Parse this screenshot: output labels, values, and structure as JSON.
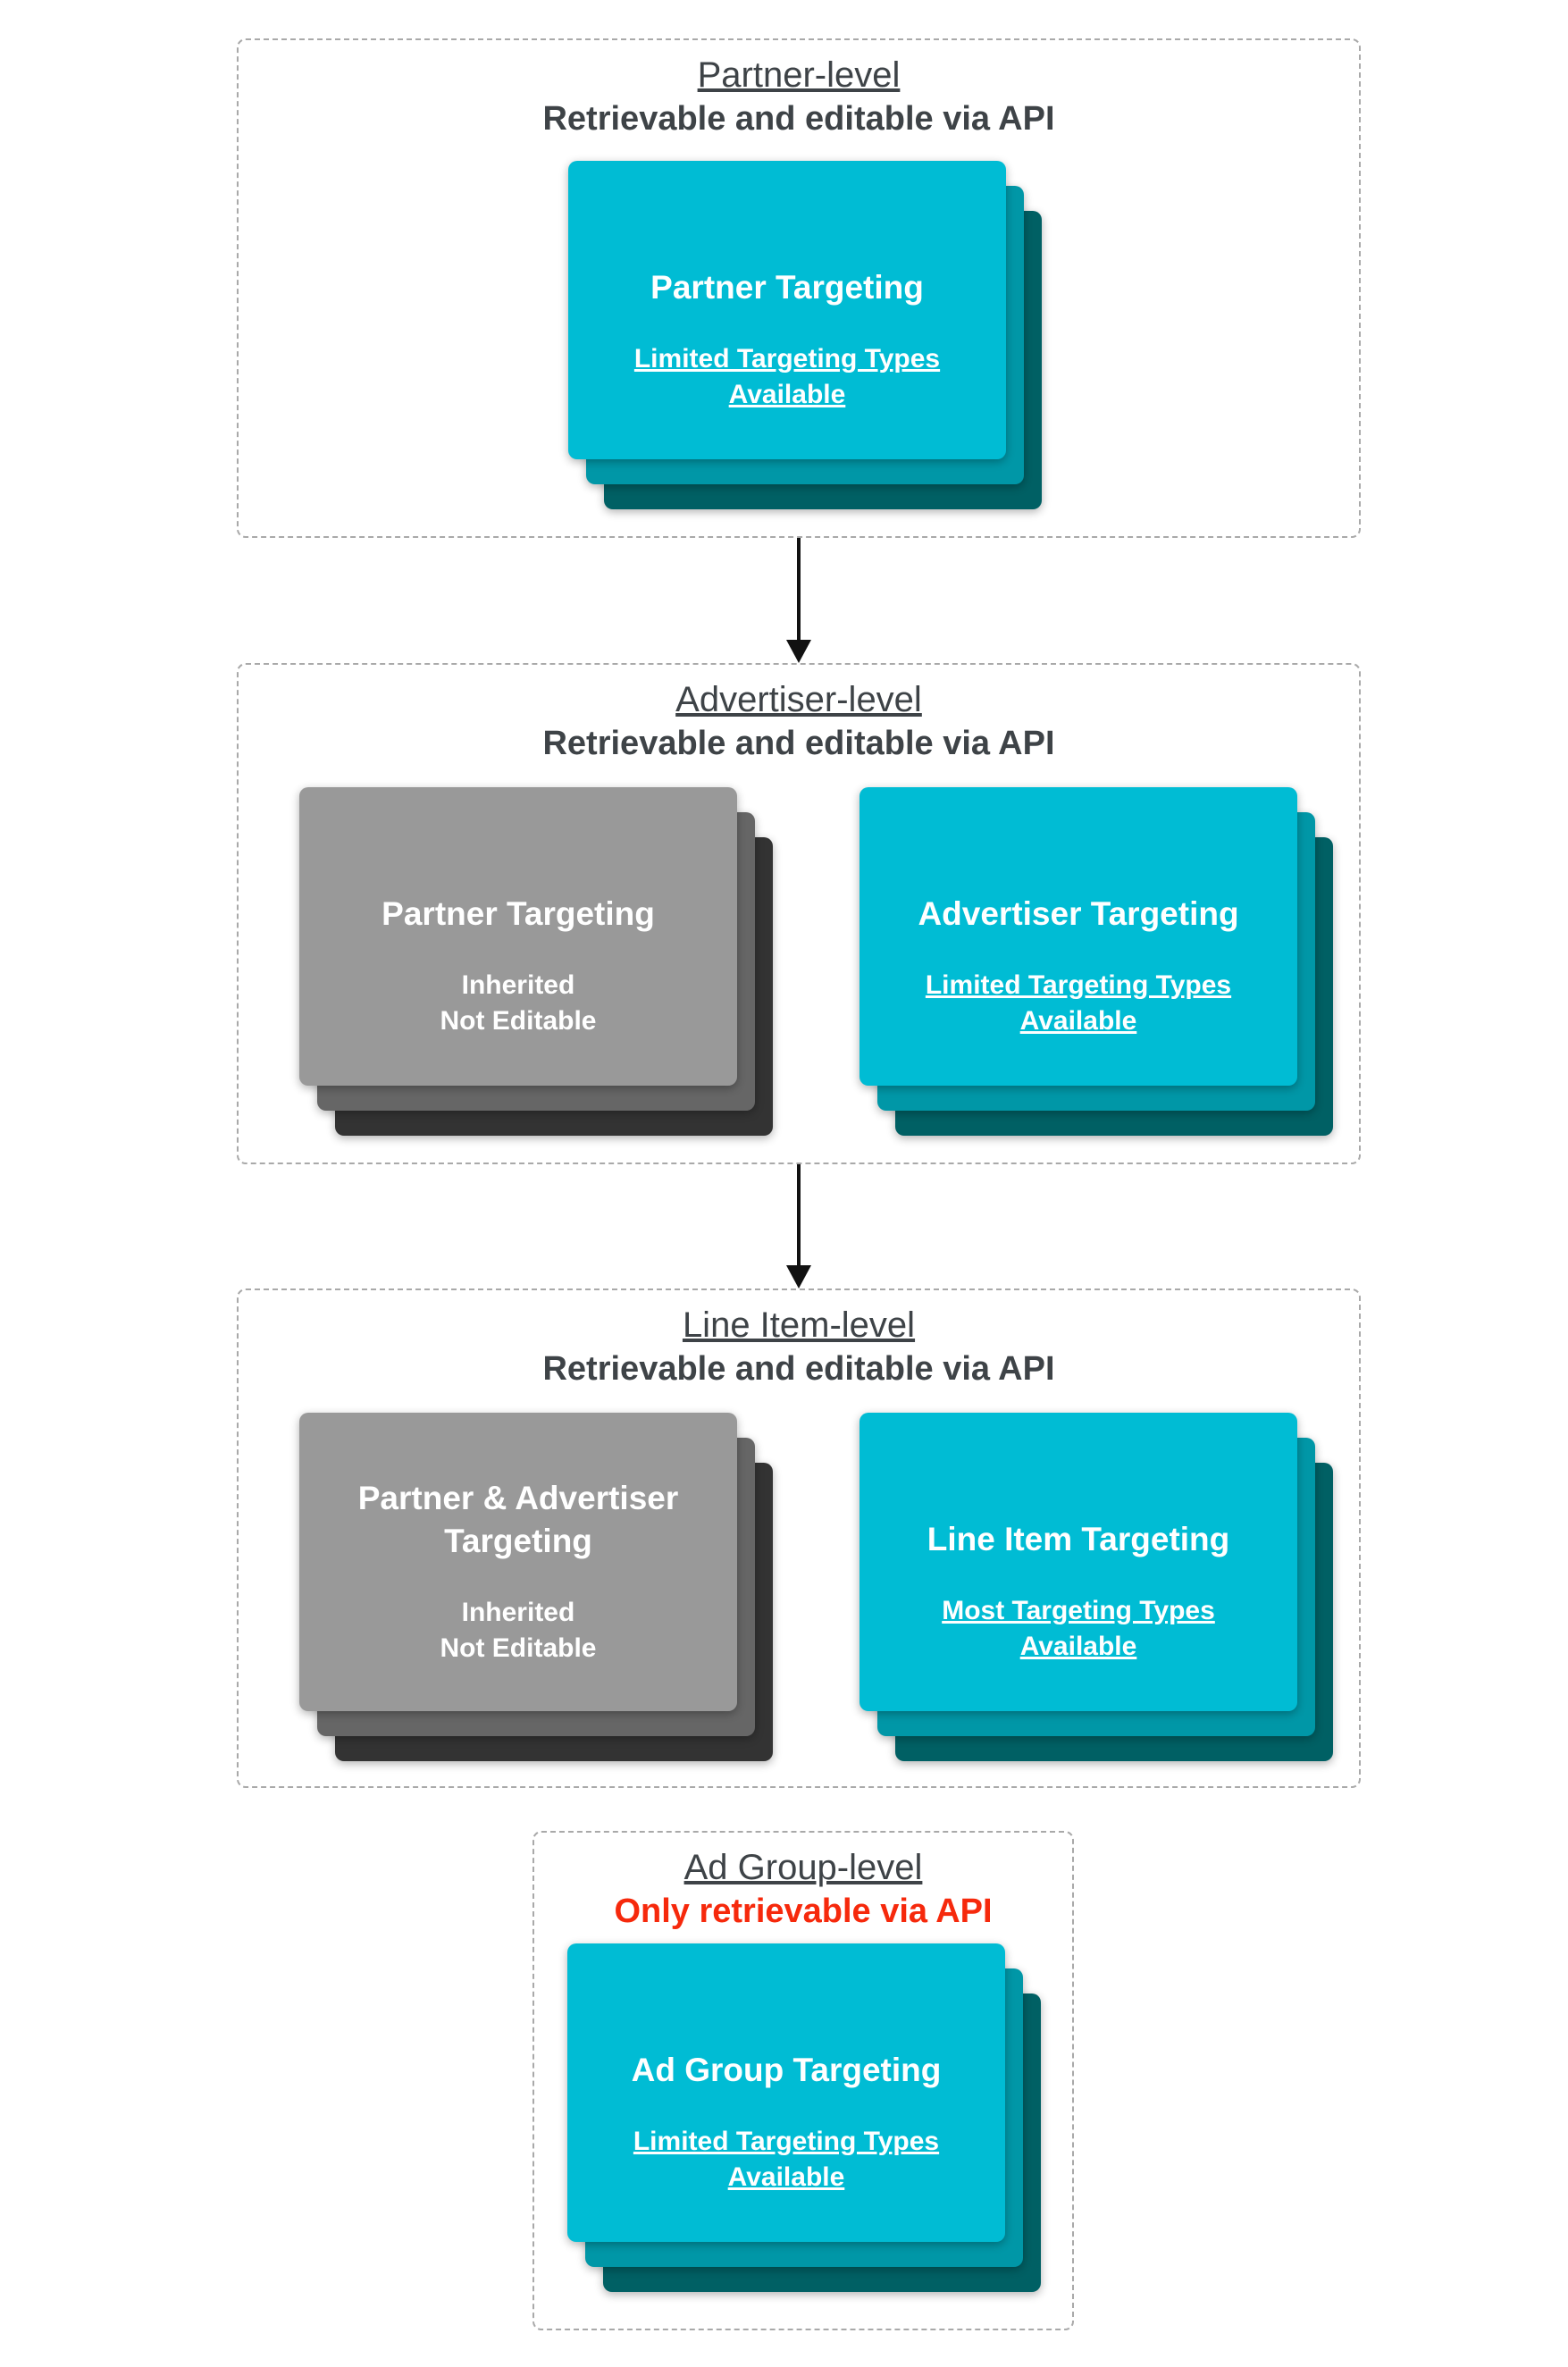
{
  "colors": {
    "card_cyan": "#00bcd4",
    "card_cyan_mid": "#0097a7",
    "card_cyan_dark": "#006064",
    "card_gray": "#999999",
    "card_gray_mid": "#666666",
    "card_gray_dark": "#333333",
    "heading_text": "#3e4347",
    "alert_red": "#f6290c",
    "dashed_border": "#a9a9a9",
    "card_text": "#ffffff"
  },
  "sections": [
    {
      "title": "Partner-level",
      "subtitle": "Retrievable and editable via API",
      "cards": [
        {
          "variant": "cyan",
          "title": "Partner Targeting",
          "subtitle": "Limited Targeting Types\nAvailable",
          "subtitle_underlined": true
        }
      ]
    },
    {
      "title": "Advertiser-level",
      "subtitle": "Retrievable and editable via API",
      "cards": [
        {
          "variant": "gray",
          "title": "Partner Targeting",
          "subtitle": "Inherited\nNot Editable",
          "subtitle_underlined": false
        },
        {
          "variant": "cyan",
          "title": "Advertiser Targeting",
          "subtitle": "Limited Targeting Types\nAvailable",
          "subtitle_underlined": true
        }
      ]
    },
    {
      "title": "Line Item-level",
      "subtitle": "Retrievable and editable via API",
      "cards": [
        {
          "variant": "gray",
          "title": "Partner & Advertiser\nTargeting",
          "subtitle": "Inherited\nNot Editable",
          "subtitle_underlined": false
        },
        {
          "variant": "cyan",
          "title": "Line Item Targeting",
          "subtitle": "Most Targeting Types\nAvailable",
          "subtitle_underlined": true
        }
      ]
    },
    {
      "title": "Ad Group-level",
      "subtitle": "Only retrievable via API",
      "cards": [
        {
          "variant": "cyan",
          "title": "Ad Group Targeting",
          "subtitle": "Limited Targeting Types\nAvailable",
          "subtitle_underlined": true
        }
      ]
    }
  ]
}
